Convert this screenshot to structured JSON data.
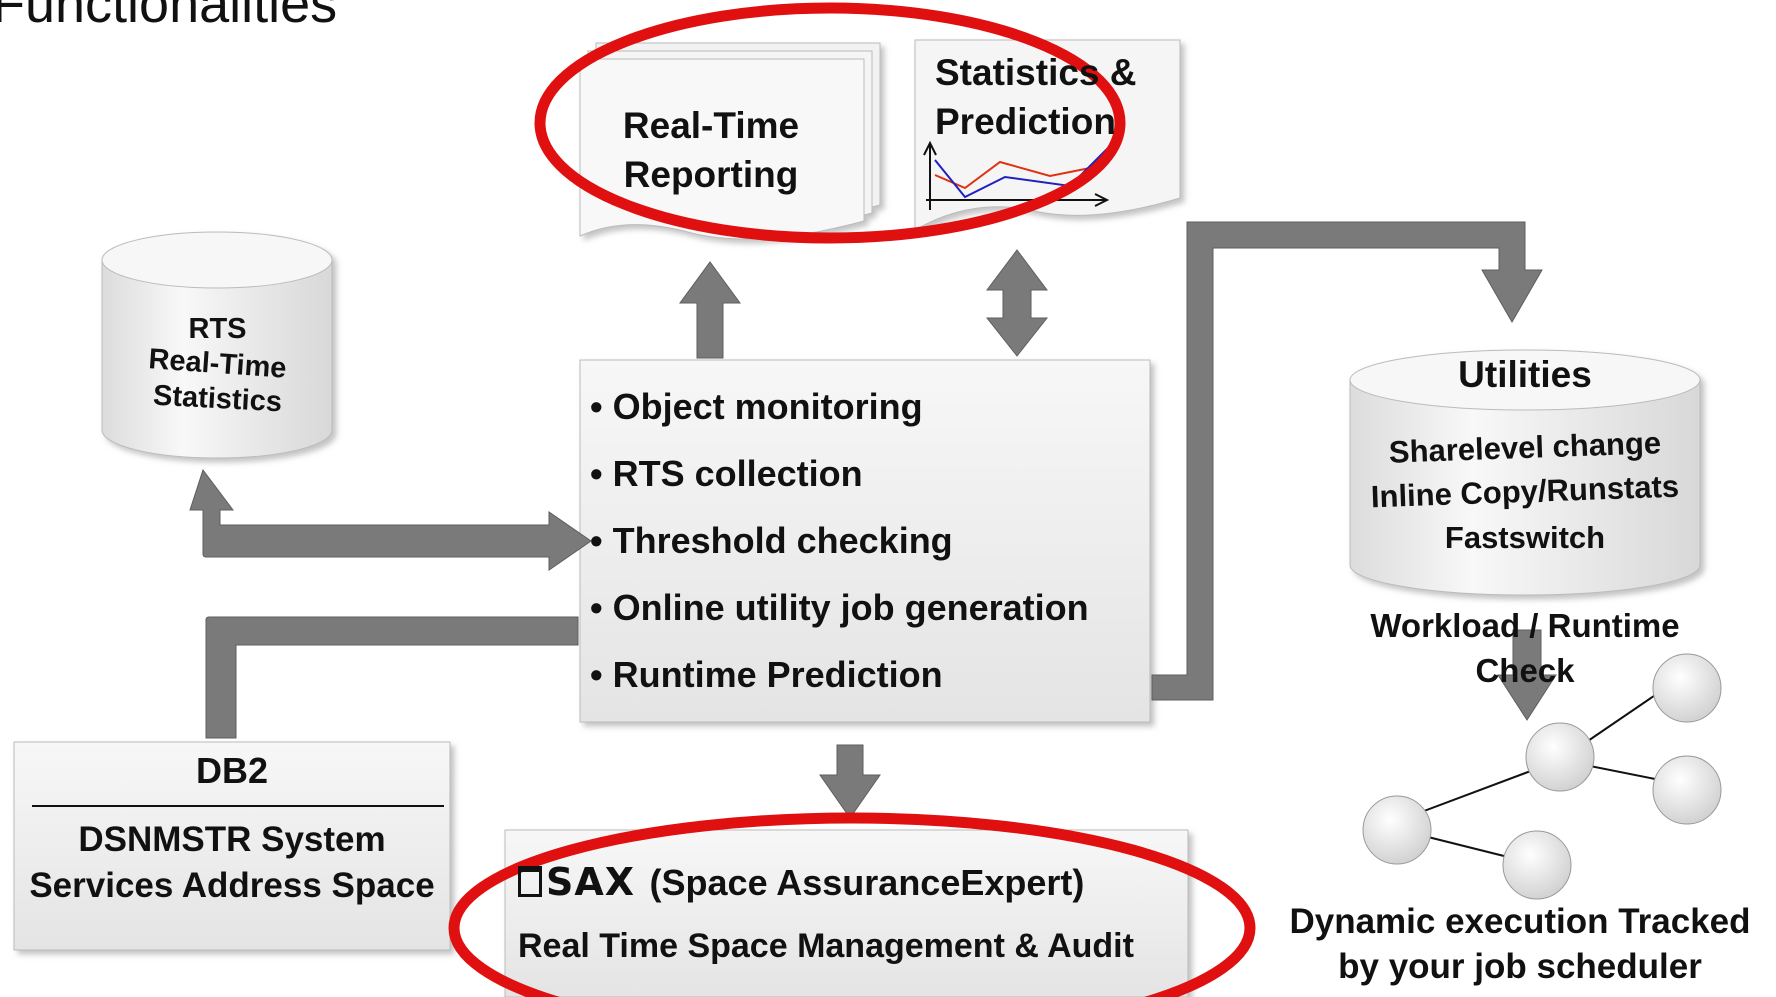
{
  "page_title_partial": "Functionalities",
  "report": {
    "line1": "Real-Time",
    "line2": "Reporting"
  },
  "stats": {
    "line1": "Statistics &",
    "line2": "Prediction"
  },
  "rts": {
    "line1": "RTS",
    "line2": "Real-Time",
    "line3": "Statistics"
  },
  "core": {
    "bullets": [
      "• Object monitoring",
      "• RTS collection",
      "• Threshold checking",
      "• Online utility job generation",
      "• Runtime Prediction"
    ]
  },
  "utilities": {
    "title": "Utilities",
    "line1": "Sharelevel change",
    "line2": "Inline Copy/Runstats",
    "line3": "Fastswitch",
    "check1": "Workload / Runtime",
    "check2": "Check"
  },
  "db2": {
    "title": "DB2",
    "line1": "DSNMSTR System",
    "line2": "Services Address Space"
  },
  "sax": {
    "logo": "SAX",
    "name": "(Space AssuranceExpert)",
    "subtitle": "Real Time Space Management & Audit"
  },
  "scheduler": {
    "line1": "Dynamic execution Tracked",
    "line2": "by your job scheduler"
  },
  "colors": {
    "highlight": "#e01010",
    "arrow": "#7a7a7a",
    "box": "#efefef",
    "chart_red": "#e03010",
    "chart_blue": "#2020c0"
  }
}
